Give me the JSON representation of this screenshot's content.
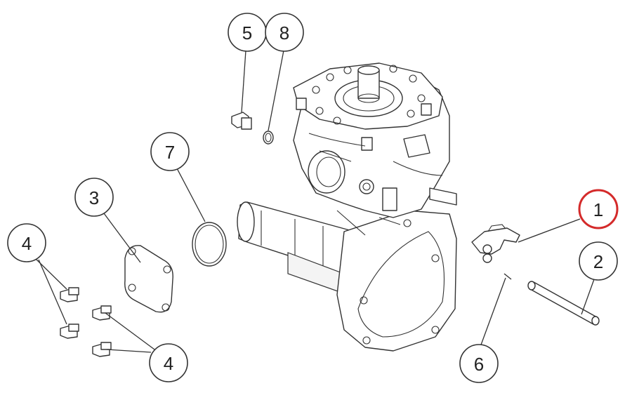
{
  "callouts": {
    "c1": "1",
    "c2": "2",
    "c3": "3",
    "c4a": "4",
    "c4b": "4",
    "c5": "5",
    "c6": "6",
    "c7": "7",
    "c8": "8"
  },
  "colors": {
    "highlight": "#d42a2a",
    "line": "#333333"
  }
}
